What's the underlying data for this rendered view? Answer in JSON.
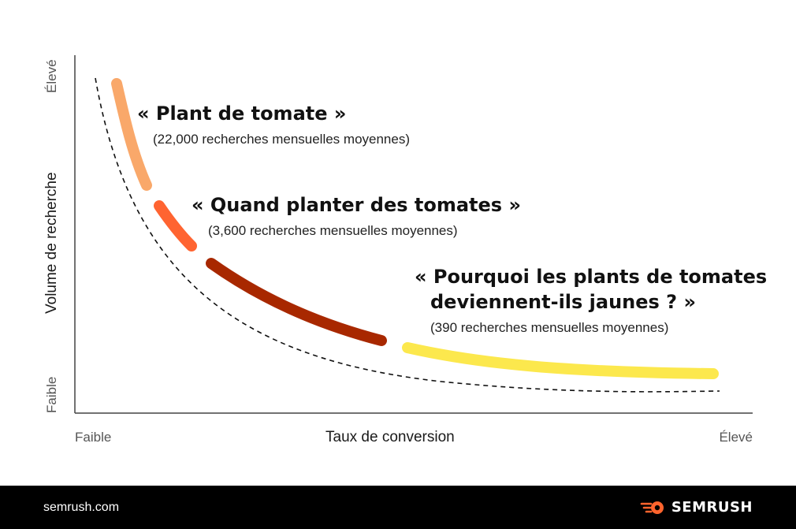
{
  "axes": {
    "y_title": "Volume de recherche",
    "y_high": "Élevé",
    "y_low": "Faible",
    "x_title": "Taux de conversion",
    "x_low": "Faible",
    "x_high": "Élevé"
  },
  "keywords": [
    {
      "title": "« Plant de tomate »",
      "subtitle": "(22,000 recherches mensuelles moyennes)",
      "color": "#F9A86A"
    },
    {
      "title": "« Quand planter des tomates »",
      "subtitle": "(3,600 recherches mensuelles moyennes)",
      "color": "#FF6431"
    },
    {
      "title_line1": "« Pourquoi les plants de tomates",
      "title_line2": "deviennent-ils jaunes ? »",
      "subtitle": "(390 recherches mensuelles moyennes)",
      "color_segment": "#A82800",
      "color_tail": "#FCE84D"
    }
  ],
  "footer": {
    "site": "semrush.com",
    "brand": "SEMRUSH",
    "brand_color": "#FF642D",
    "icon": "semrush-fire-logo-icon"
  }
}
